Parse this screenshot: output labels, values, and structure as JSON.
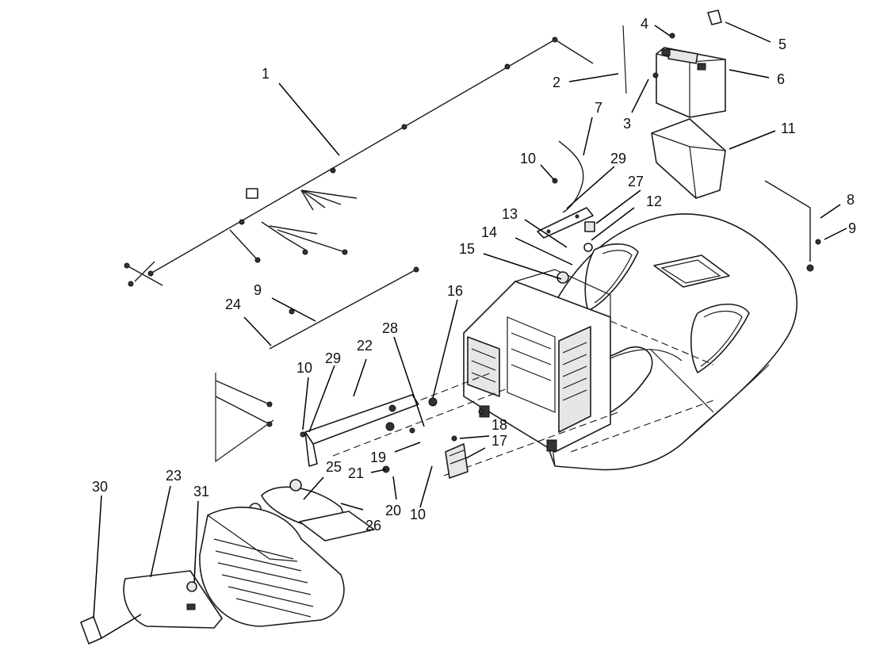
{
  "callouts": {
    "c1": "1",
    "c2": "2",
    "c3": "3",
    "c4": "4",
    "c5": "5",
    "c6": "6",
    "c7": "7",
    "c8": "8",
    "c9a": "9",
    "c9b": "9",
    "c10a": "10",
    "c10b": "10",
    "c10c": "10",
    "c11": "11",
    "c12": "12",
    "c13": "13",
    "c14": "14",
    "c15": "15",
    "c16": "16",
    "c17": "17",
    "c18": "18",
    "c19": "19",
    "c20": "20",
    "c21": "21",
    "c22": "22",
    "c23": "23",
    "c24": "24",
    "c25": "25",
    "c26": "26",
    "c27": "27",
    "c28": "28",
    "c29a": "29",
    "c29b": "29",
    "c30": "30",
    "c31": "31"
  },
  "colors": {
    "ink": "#1a1a1a",
    "paper": "#ffffff",
    "shade": "#e6e6e6"
  }
}
